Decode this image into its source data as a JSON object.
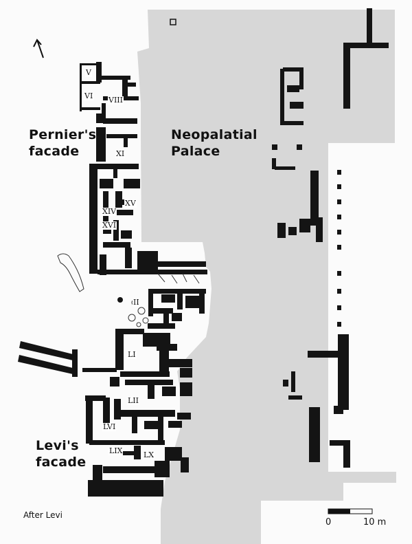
{
  "labels": {
    "pernier_line1": "Pernier's",
    "pernier_line2": "facade",
    "neo_line1": "Neopalatial",
    "neo_line2": "Palace",
    "levi_line1": "Levi's",
    "levi_line2": "facade",
    "credit": "After Levi"
  },
  "rooms": [
    "V",
    "VI",
    "VIII",
    "XI",
    "XIV",
    "XV",
    "XVI",
    "II",
    "LI",
    "LII",
    "LVI",
    "LIX",
    "LX"
  ],
  "scale_bar": {
    "start": "0",
    "end": "10 m"
  },
  "colors": {
    "paved_area": "#d7d7d7",
    "walls": "#141414",
    "background": "#fbfbfb"
  },
  "icons": {
    "north_arrow": "north-arrow-icon"
  }
}
